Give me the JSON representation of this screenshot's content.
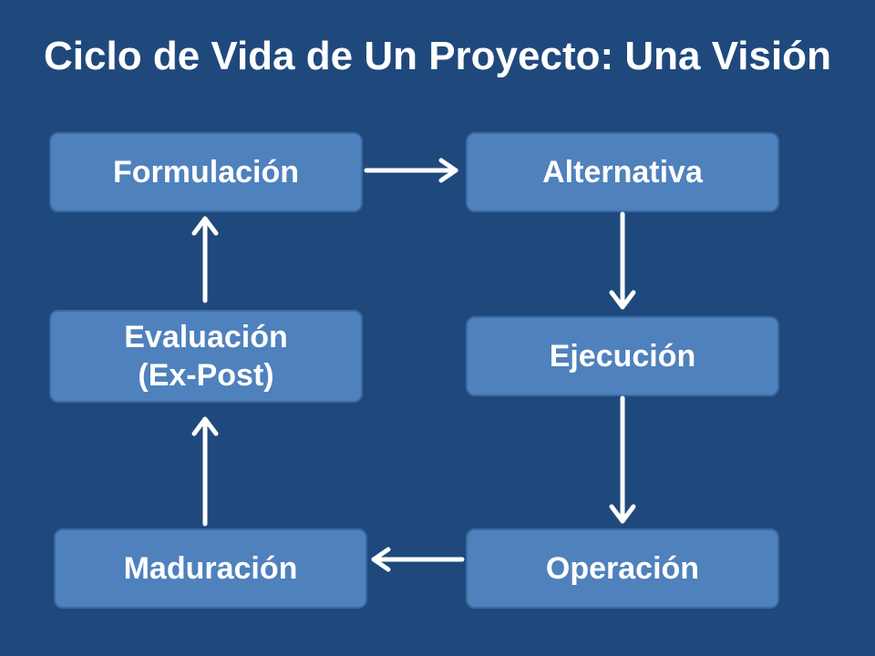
{
  "slide": {
    "title": "Ciclo de Vida de Un Proyecto: Una Visión"
  },
  "boxes": {
    "formulacion": "Formulación",
    "alternativa": "Alternativa",
    "ejecucion": "Ejecución",
    "operacion": "Operación",
    "maduracion": "Maduración",
    "evaluacion_line1": "Evaluación",
    "evaluacion_line2": "(Ex-Post)"
  },
  "colors": {
    "background": "#1f497d",
    "box_fill": "#4f81bd",
    "box_border": "#3a6aa4",
    "text": "#ffffff",
    "arrow": "#ffffff"
  }
}
